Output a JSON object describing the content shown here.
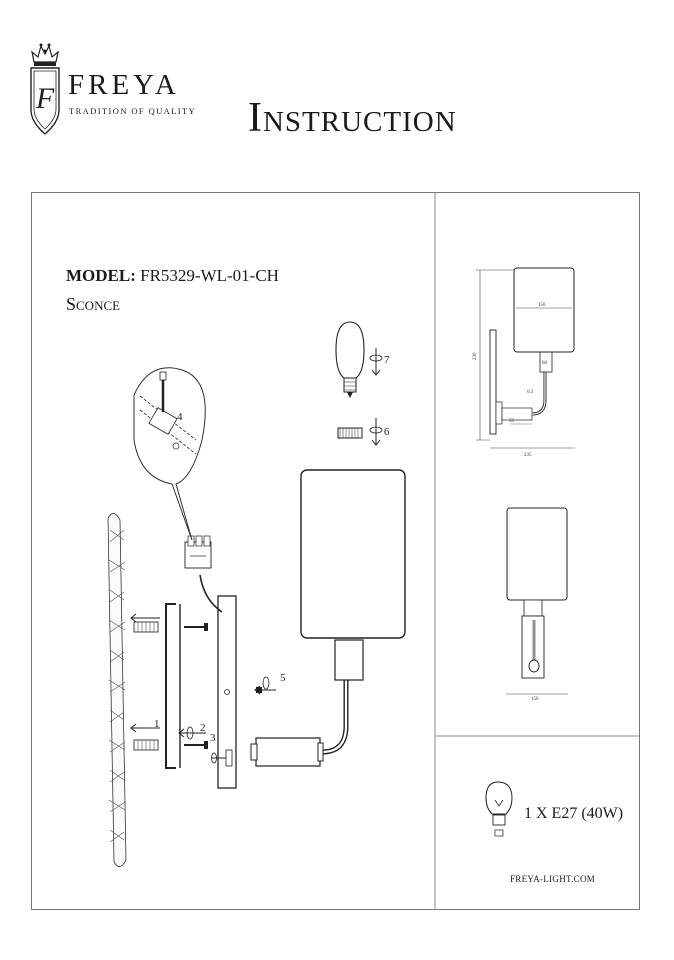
{
  "header": {
    "brand": "FREYA",
    "tagline": "TRADITION OF QUALITY",
    "logo_letter": "F",
    "title": "Instruction"
  },
  "product": {
    "model_label": "MODEL:",
    "model_value": "FR5329-WL-01-CH",
    "type": "Sconce"
  },
  "steps": [
    "1",
    "2",
    "3",
    "4",
    "5",
    "6",
    "7"
  ],
  "dimensions": {
    "height": "230",
    "shade_width": "150",
    "depth": "235",
    "small_a": "60",
    "small_b": "6.3",
    "small_c": "35",
    "front_width": "150"
  },
  "spec": {
    "bulb": "1 X E27 (40W)",
    "website": "FREYA-LIGHT.COM"
  }
}
